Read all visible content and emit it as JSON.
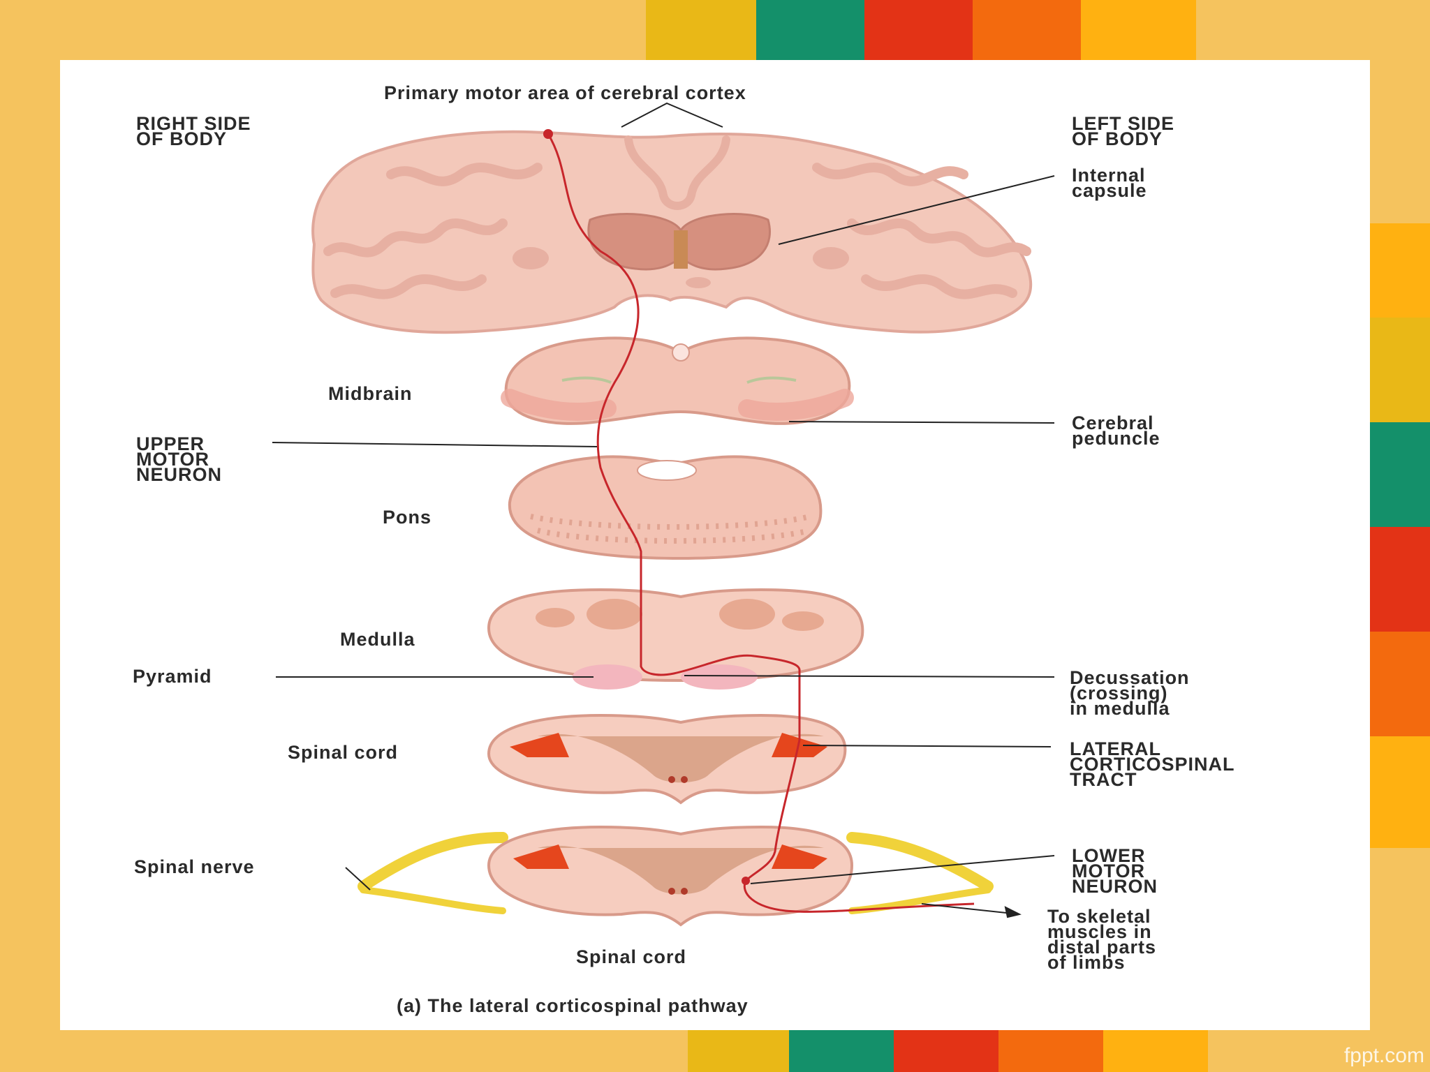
{
  "colors": {
    "background": "#f5c35e",
    "stripes": [
      "#e9b817",
      "#14906a",
      "#e33316",
      "#f36a0e",
      "#ffb111"
    ],
    "tissue": "#f3c3b4",
    "tissue_dark": "#d9918a",
    "gray_matter": "#d9a48b",
    "neuron": "#c7262b",
    "tract": "#e5461d",
    "nerve": "#f0d23a"
  },
  "labels": {
    "primary_motor_area": "Primary motor area of cerebral cortex",
    "right_side": "RIGHT SIDE\nOF BODY",
    "left_side": "LEFT SIDE\nOF BODY",
    "internal_capsule": "Internal\ncapsule",
    "midbrain": "Midbrain",
    "cerebral_peduncle": "Cerebral\npeduncle",
    "upper_motor_neuron": "UPPER\nMOTOR\nNEURON",
    "pons": "Pons",
    "medulla": "Medulla",
    "pyramid": "Pyramid",
    "decussation": "Decussation\n(crossing)\nin medulla",
    "spinal_cord_upper": "Spinal cord",
    "lateral_tract": "LATERAL\nCORTICOSPINAL\nTRACT",
    "spinal_nerve": "Spinal nerve",
    "lower_motor_neuron": "LOWER\nMOTOR\nNEURON",
    "skeletal_muscles": "To skeletal\nmuscles in\ndistal parts\nof limbs",
    "spinal_cord_lower": "Spinal cord",
    "caption": "(a) The lateral corticospinal pathway"
  },
  "footer": {
    "brand": "fppt.com"
  }
}
